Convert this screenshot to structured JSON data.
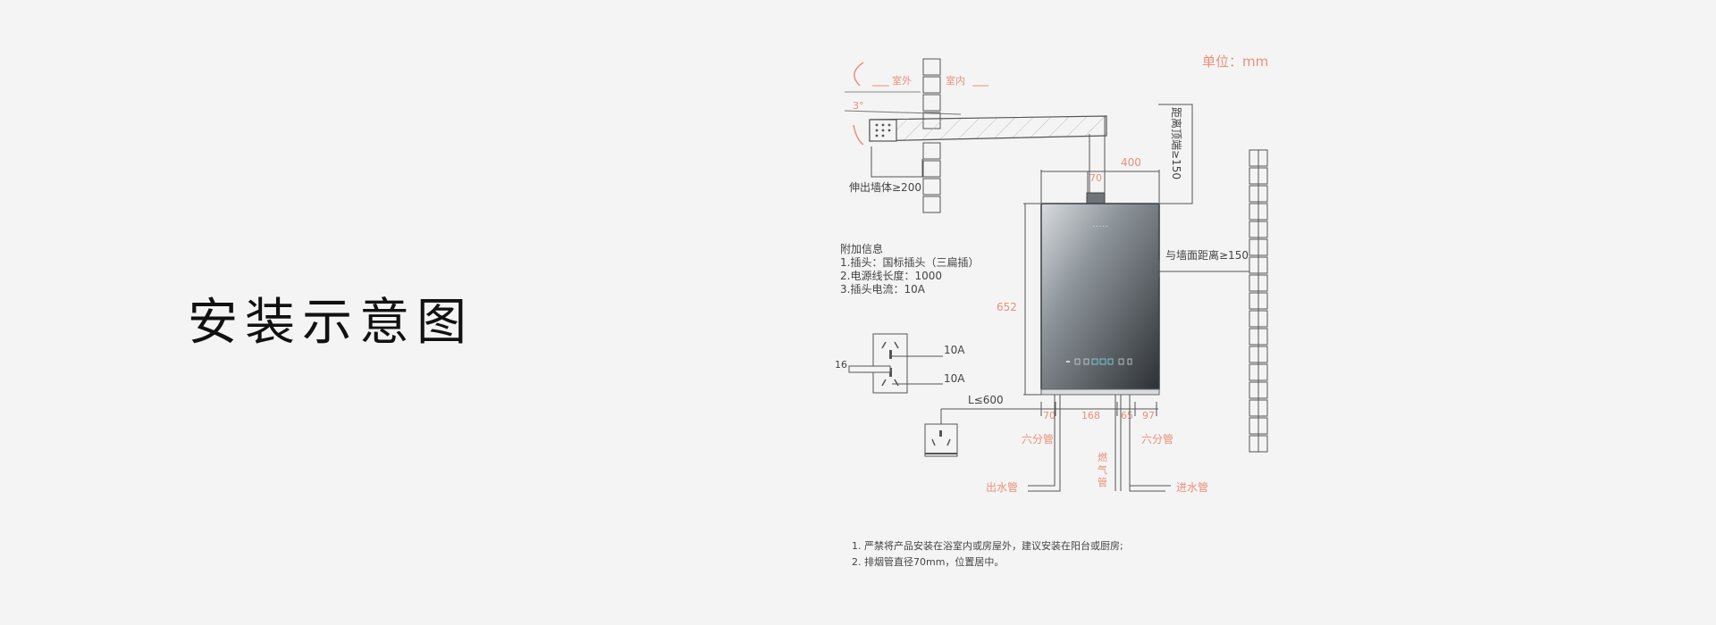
{
  "title": "安装示意图",
  "unit_label": "单位：mm",
  "flue": {
    "outdoor": "室外",
    "indoor": "室内",
    "angle": "3°",
    "extend_note": "伸出墙体≥200"
  },
  "ceiling_note": "距离顶端≥150",
  "dims": {
    "flue_dia": "70",
    "width": "400",
    "height": "652",
    "wall_distance": "与墙面距离≥150",
    "bottom_left": "70",
    "bottom_mid": "168",
    "bottom_65": "65",
    "bottom_right": "97",
    "cable_length": "L≤600"
  },
  "extra_info": {
    "heading": "附加信息",
    "lines": [
      "1.插头：国标插头（三扁插）",
      "2.电源线长度：1000",
      "3.插头电流：10A"
    ]
  },
  "plug": {
    "size": "16",
    "current_top": "10A",
    "current_bottom": "10A"
  },
  "pipes": {
    "left_size": "六分管",
    "right_size": "六分管",
    "outlet": "出水管",
    "inlet": "进水管",
    "gas_chars": [
      "燃",
      "气",
      "管"
    ]
  },
  "notes": [
    "1. 严禁将产品安装在浴室内或房屋外，建议安装在阳台或厨房;",
    "2. 排烟管直径70mm，位置居中。"
  ],
  "colors": {
    "accent": "#e8917a",
    "line": "#555555",
    "text": "#444444"
  }
}
